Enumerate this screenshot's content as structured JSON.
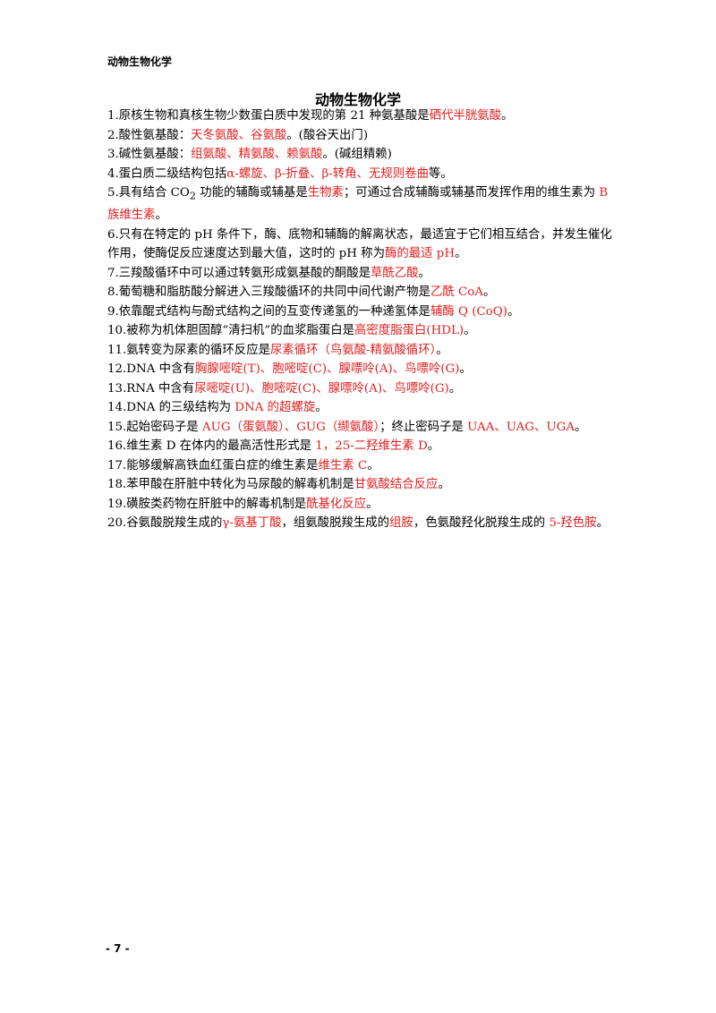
{
  "header": {
    "text": "动物生物化学"
  },
  "title": "动物生物化学",
  "items": [
    [
      {
        "t": "1.原核生物和真核生物少数蛋白质中发现的第 21 种氨基酸是"
      },
      {
        "t": "硒代半胱氨酸",
        "red": true
      },
      {
        "t": "。"
      }
    ],
    [
      {
        "t": "2.酸性氨基酸："
      },
      {
        "t": "天冬氨酸、谷氨酸",
        "red": true
      },
      {
        "t": "。(酸谷天出门)"
      }
    ],
    [
      {
        "t": "3.碱性氨基酸："
      },
      {
        "t": "组氨酸、精氨酸、赖氨酸",
        "red": true
      },
      {
        "t": "。(碱组精赖)"
      }
    ],
    [
      {
        "t": "4.蛋白质二级结构包括"
      },
      {
        "t": "α-螺旋、β-折叠、β-转角、无规则卷曲",
        "red": true
      },
      {
        "t": "等。"
      }
    ],
    [
      {
        "t": "5.具有结合 CO"
      },
      {
        "t": "2",
        "sub": true
      },
      {
        "t": " 功能的辅酶或辅基是"
      },
      {
        "t": "生物素",
        "red": true
      },
      {
        "t": "；可通过合成辅酶或辅基而发挥作用的维生素为 "
      },
      {
        "t": "B 族维生素",
        "red": true
      },
      {
        "t": "。"
      }
    ],
    [
      {
        "t": "6.只有在特定的 pH 条件下，酶、底物和辅酶的解离状态，最适宜于它们相互结合，并发生催化作用，使酶促反应速度达到最大值，这时的 pH 称为"
      },
      {
        "t": "酶的最适 pH",
        "red": true
      },
      {
        "t": "。"
      }
    ],
    [
      {
        "t": "7.三羧酸循环中可以通过转氨形成氨基酸的酮酸是"
      },
      {
        "t": "草酰乙酸",
        "red": true
      },
      {
        "t": "。"
      }
    ],
    [
      {
        "t": "8.葡萄糖和脂肪酸分解进入三羧酸循环的共同中间代谢产物是"
      },
      {
        "t": "乙酰 CoA",
        "red": true
      },
      {
        "t": "。"
      }
    ],
    [
      {
        "t": "9.依靠醌式结构与酚式结构之间的互变传递氢的一种递氢体是"
      },
      {
        "t": "辅酶 Q (CoQ)",
        "red": true
      },
      {
        "t": "。"
      }
    ],
    [
      {
        "t": "10.被称为机体胆固醇“清扫机”的血浆脂蛋白是"
      },
      {
        "t": "高密度脂蛋白(HDL)",
        "red": true
      },
      {
        "t": "。"
      }
    ],
    [
      {
        "t": "11.氨转变为尿素的循环反应是"
      },
      {
        "t": "尿素循环（鸟氨酸-精氨酸循环）",
        "red": true
      },
      {
        "t": "。"
      }
    ],
    [
      {
        "t": "12.DNA 中含有"
      },
      {
        "t": "胸腺嘧啶(T)、胞嘧啶(C)、腺嘌呤(A)、鸟嘌呤(G)",
        "red": true
      },
      {
        "t": "。"
      }
    ],
    [
      {
        "t": "13.RNA 中含有"
      },
      {
        "t": "尿嘧啶(U)、胞嘧啶(C)、腺嘌呤(A)、鸟嘌呤(G)",
        "red": true
      },
      {
        "t": "。"
      }
    ],
    [
      {
        "t": "14.DNA 的三级结构为 "
      },
      {
        "t": "DNA 的超螺旋",
        "red": true
      },
      {
        "t": "。"
      }
    ],
    [
      {
        "t": "15.起始密码子是 "
      },
      {
        "t": "AUG（蛋氨酸）、GUG（缬氨酸）",
        "red": true
      },
      {
        "t": "；终止密码子是 "
      },
      {
        "t": "UAA、UAG、UGA",
        "red": true
      },
      {
        "t": "。"
      }
    ],
    [
      {
        "t": "16.维生素 D 在体内的最高活性形式是 "
      },
      {
        "t": "1，25-二羟维生素 D",
        "red": true
      },
      {
        "t": "。"
      }
    ],
    [
      {
        "t": "17.能够缓解高铁血红蛋白症的维生素是"
      },
      {
        "t": "维生素 C",
        "red": true
      },
      {
        "t": "。"
      }
    ],
    [
      {
        "t": "18.苯甲酸在肝脏中转化为马尿酸的解毒机制是"
      },
      {
        "t": "甘氨酸结合反应",
        "red": true
      },
      {
        "t": "。"
      }
    ],
    [
      {
        "t": "19.磺胺类药物在肝脏中的解毒机制是"
      },
      {
        "t": "酰基化反应",
        "red": true
      },
      {
        "t": "。"
      }
    ],
    [
      {
        "t": "20.谷氨酸脱羧生成的"
      },
      {
        "t": "γ-氨基丁酸",
        "red": true
      },
      {
        "t": "，组氨酸脱羧生成的"
      },
      {
        "t": "组胺",
        "red": true
      },
      {
        "t": "，色氨酸羟化脱羧生成的 "
      },
      {
        "t": "5-羟色胺",
        "red": true
      },
      {
        "t": "。"
      }
    ]
  ],
  "footer": {
    "page_number": "- 7 -"
  },
  "colors": {
    "highlight": "#e02020",
    "text": "#000000"
  }
}
